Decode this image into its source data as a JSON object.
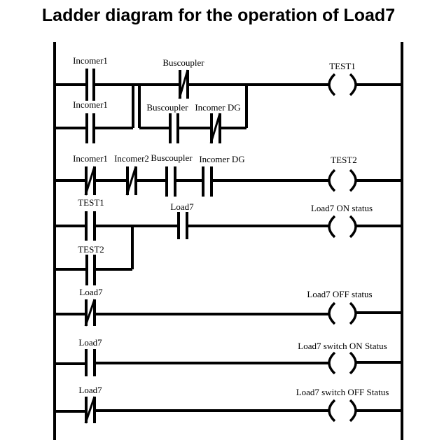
{
  "title": "Ladder diagram for the operation of Load7",
  "colors": {
    "line": "#000000",
    "background": "#ffffff"
  },
  "rungs": [
    {
      "id": "rung-1",
      "main": [
        {
          "type": "NO",
          "label": "Incomer1"
        },
        {
          "type": "NC",
          "label": "Buscoupler"
        }
      ],
      "branch_left": {
        "type": "NO",
        "label": "Incomer1"
      },
      "branch_right": [
        {
          "type": "NO",
          "label": "Buscoupler"
        },
        {
          "type": "NC",
          "label": "Incomer DG"
        }
      ],
      "coil": {
        "label": "TEST1"
      }
    },
    {
      "id": "rung-2",
      "main": [
        {
          "type": "NC",
          "label": "Incomer1"
        },
        {
          "type": "NC",
          "label": "Incomer2"
        },
        {
          "type": "NO",
          "label": "Buscoupler"
        },
        {
          "type": "NO",
          "label": "Incomer DG"
        }
      ],
      "coil": {
        "label": "TEST2"
      }
    },
    {
      "id": "rung-3",
      "main": [
        {
          "type": "NO",
          "label": "TEST1"
        },
        {
          "type": "NO",
          "label": "Load7"
        }
      ],
      "branch_left": {
        "type": "NO",
        "label": "TEST2"
      },
      "coil": {
        "label": "Load7 ON status"
      }
    },
    {
      "id": "rung-4",
      "main": [
        {
          "type": "NC",
          "label": "Load7"
        }
      ],
      "coil": {
        "label": "Load7 OFF status"
      }
    },
    {
      "id": "rung-5",
      "main": [
        {
          "type": "NO",
          "label": "Load7"
        }
      ],
      "coil": {
        "label": "Load7 switch ON Status"
      }
    },
    {
      "id": "rung-6",
      "main": [
        {
          "type": "NC",
          "label": "Load7"
        }
      ],
      "coil": {
        "label": "Load7 switch OFF Status"
      }
    }
  ]
}
